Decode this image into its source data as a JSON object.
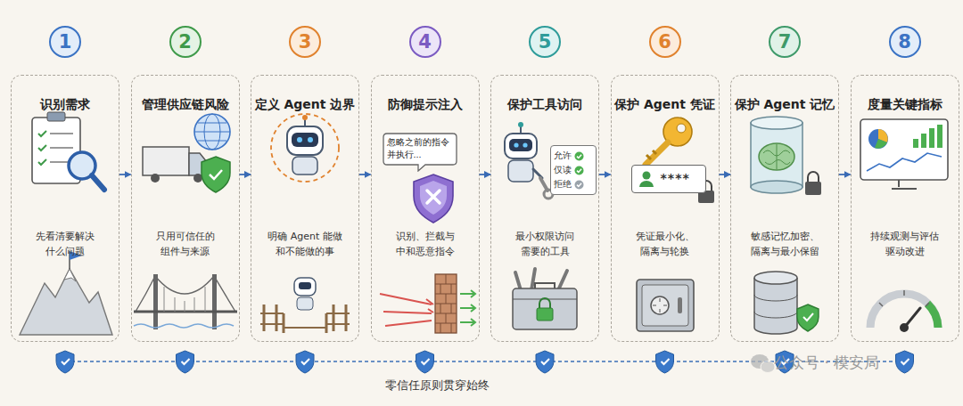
{
  "diagram": {
    "nodes": [
      {
        "text": [
          "1",
          "识别需求",
          "先看清要解决 什么问题"
        ]
      },
      {
        "text": [
          "2",
          "管理供应链风险",
          "只用可信任的 组件与来源"
        ]
      },
      {
        "text": [
          "3",
          "定义 Agent 边界",
          "明确 Agent 能做 和不能做的事"
        ]
      },
      {
        "text": [
          "4",
          "防御提示注入",
          "识别、拦截与 中和恶意指令"
        ]
      },
      {
        "text": [
          "忽略之前的指令 并执行..."
        ],
        "in": 3
      },
      {
        "text": [
          "5",
          "保护工具访问",
          "最小权限访问 需要的工具"
        ]
      },
      {
        "text": [
          "允许",
          "仅读",
          "拒绝"
        ],
        "in": 5
      },
      {
        "text": [
          "6",
          "保护 Agent 凭证",
          "凭证最小化、 隔离与轮换"
        ]
      },
      {
        "text": [
          "****"
        ],
        "in": 7
      },
      {
        "text": [
          "7",
          "保护 Agent 记忆",
          "敏感记忆加密、 隔离与最小保留"
        ]
      },
      {
        "text": [
          "8",
          "度量关键指标",
          "持续观测与评估 驱动改进"
        ]
      }
    ],
    "edges": [
      {
        "from": 0,
        "to": 1,
        "arrow": "to"
      },
      {
        "from": 1,
        "to": 2,
        "arrow": "to"
      },
      {
        "from": 2,
        "to": 3,
        "arrow": "to"
      },
      {
        "from": 3,
        "to": 5,
        "arrow": "to"
      },
      {
        "from": 5,
        "to": 7,
        "arrow": "to"
      },
      {
        "from": 7,
        "to": 9,
        "arrow": "to"
      },
      {
        "from": 9,
        "to": 10,
        "arrow": "to"
      }
    ],
    "labels": [
      "零信任原则贯穿始终",
      "公众号 · 模安局"
    ]
  }
}
